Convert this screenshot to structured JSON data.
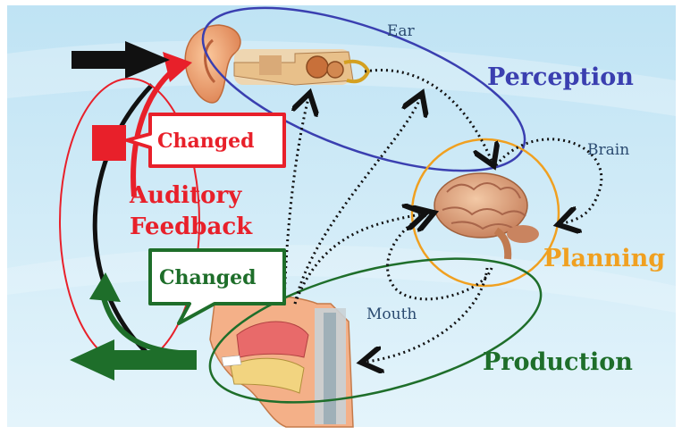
{
  "labels": {
    "ear": "Ear",
    "brain": "Brain",
    "mouth": "Mouth",
    "perception": "Perception",
    "planning": "Planning",
    "production": "Production",
    "auditory_feedback_line1": "Auditory",
    "auditory_feedback_line2": "Feedback",
    "changed_red": "Changed",
    "changed_green": "Changed"
  },
  "colors": {
    "perception": "#3a3fb0",
    "planning": "#f0a020",
    "production": "#1e6e2a",
    "feedback": "#e8202a",
    "small_label": "#2a4a70",
    "background_top": "#bfe3f4",
    "background_bottom": "#e4f4fb"
  },
  "icons": [
    "ear-illustration",
    "brain-illustration",
    "mouth-cross-section-illustration"
  ]
}
